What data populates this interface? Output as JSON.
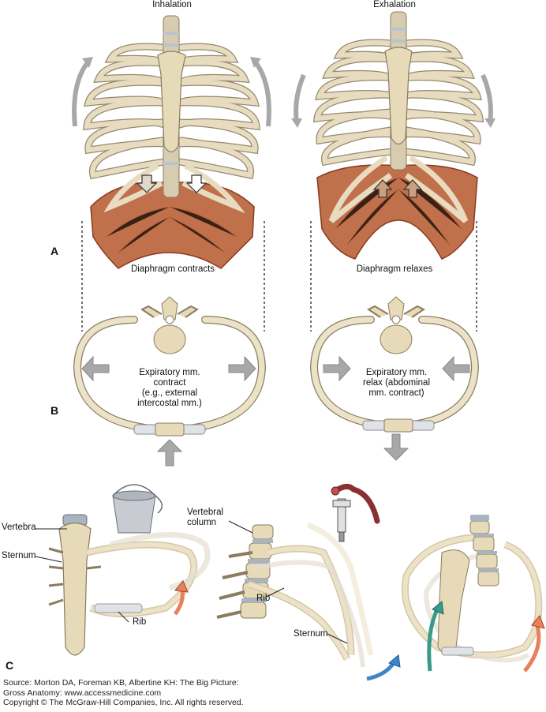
{
  "headers": {
    "inhalation": "Inhalation",
    "exhalation": "Exhalation"
  },
  "panels": {
    "a": "A",
    "b": "B",
    "c": "C"
  },
  "panel_a": {
    "left_caption": "Diaphragm contracts",
    "right_caption": "Diaphragm relaxes"
  },
  "panel_b": {
    "left_lines": [
      "Expiratory mm.",
      "contract",
      "(e.g., external",
      "intercostal mm.)"
    ],
    "right_lines": [
      "Expiratory mm.",
      "relax (abdominal",
      "mm. contract)"
    ]
  },
  "panel_c": {
    "vertebra": "Vertebra",
    "sternum_left": "Sternum",
    "rib_left": "Rib",
    "vertebral_column_lines": [
      "Vertebral",
      "column"
    ],
    "rib_middle": "Rib",
    "sternum_middle": "Sternum"
  },
  "source": {
    "line1": "Source: Morton DA, Foreman KB, Albertine KH: The Big Picture:",
    "line2": "Gross Anatomy: www.accessmedicine.com",
    "line3": "Copyright © The McGraw-Hill Companies, Inc. All rights reserved."
  },
  "colors": {
    "bone": "#e8dcc0",
    "bone_stroke": "#8a7c5e",
    "muscle": "#c0704a",
    "cartilage": "#dfe3e8",
    "arrow_gray": "#a8a8a8",
    "arrow_orange": "#e8805a",
    "arrow_blue": "#3f86c8",
    "arrow_teal": "#3a9a8a"
  }
}
